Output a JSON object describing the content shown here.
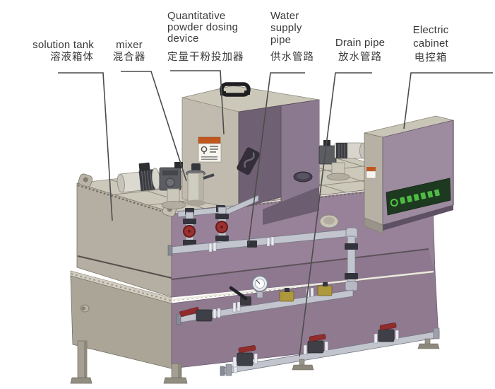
{
  "labels": [
    {
      "id": "solution-tank",
      "en_lines": [
        "solution tank"
      ],
      "zh": "溶液箱体"
    },
    {
      "id": "mixer",
      "en_lines": [
        "mixer"
      ],
      "zh": "混合器"
    },
    {
      "id": "dosing-device",
      "en_lines": [
        "Quantitative",
        "powder dosing",
        "device"
      ],
      "zh": "定量干粉投加器"
    },
    {
      "id": "water-supply-pipe",
      "en_lines": [
        "Water",
        "supply",
        "pipe"
      ],
      "zh": "供水管路"
    },
    {
      "id": "drain-pipe",
      "en_lines": [
        "Drain pipe"
      ],
      "zh": "放水管路"
    },
    {
      "id": "electric-cabinet",
      "en_lines": [
        "Electric",
        "cabinet"
      ],
      "zh": "电控箱"
    }
  ],
  "palette": {
    "tank_front": "#988299",
    "tank_front_lower": "#8f7a90",
    "tank_side": "#b4afa2",
    "tank_top": "#cdc9ba",
    "pipe": "#c2c5ce",
    "valve_red": "#9c3030",
    "valve_brass": "#ad983e",
    "warning_orange": "#c2571e",
    "brand_green": "#54c648",
    "brand_plate": "#1d3a20",
    "text": "#3a3a3a",
    "leader_line": "#4c4c4c"
  }
}
